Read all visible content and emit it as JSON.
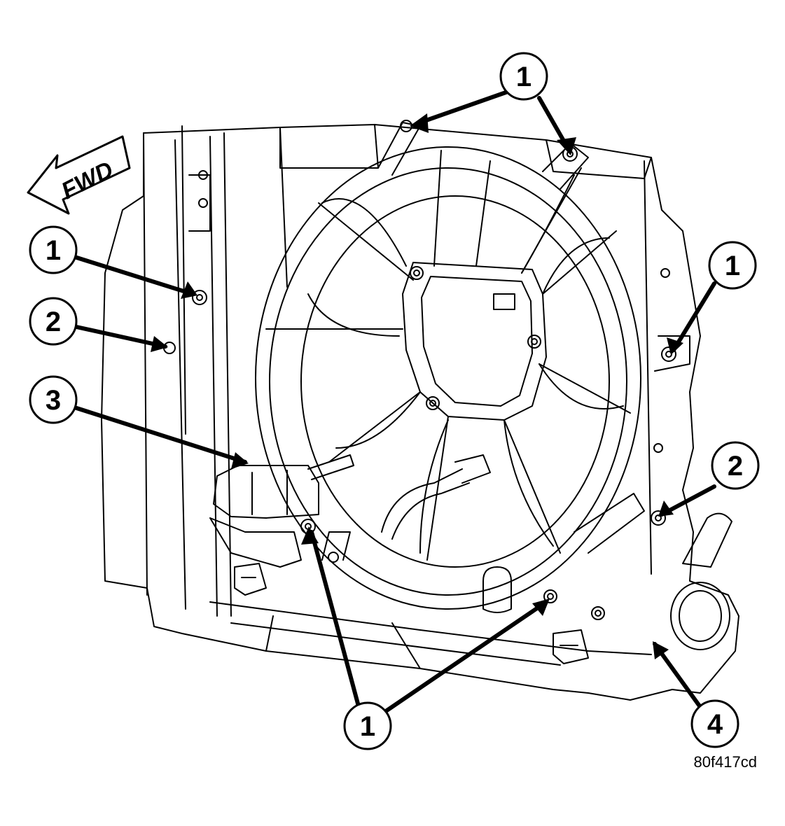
{
  "figure": {
    "direction_label": "FWD",
    "reference_code": "80f417cd"
  },
  "callouts": [
    {
      "id": "c-top",
      "number": "1"
    },
    {
      "id": "c-left-1",
      "number": "1"
    },
    {
      "id": "c-left-2",
      "number": "2"
    },
    {
      "id": "c-left-3",
      "number": "3"
    },
    {
      "id": "c-right-1",
      "number": "1"
    },
    {
      "id": "c-right-2",
      "number": "2"
    },
    {
      "id": "c-bottom-1",
      "number": "1"
    },
    {
      "id": "c-bottom-4",
      "number": "4"
    }
  ],
  "colors": {
    "line": "#000000",
    "background": "#ffffff"
  }
}
